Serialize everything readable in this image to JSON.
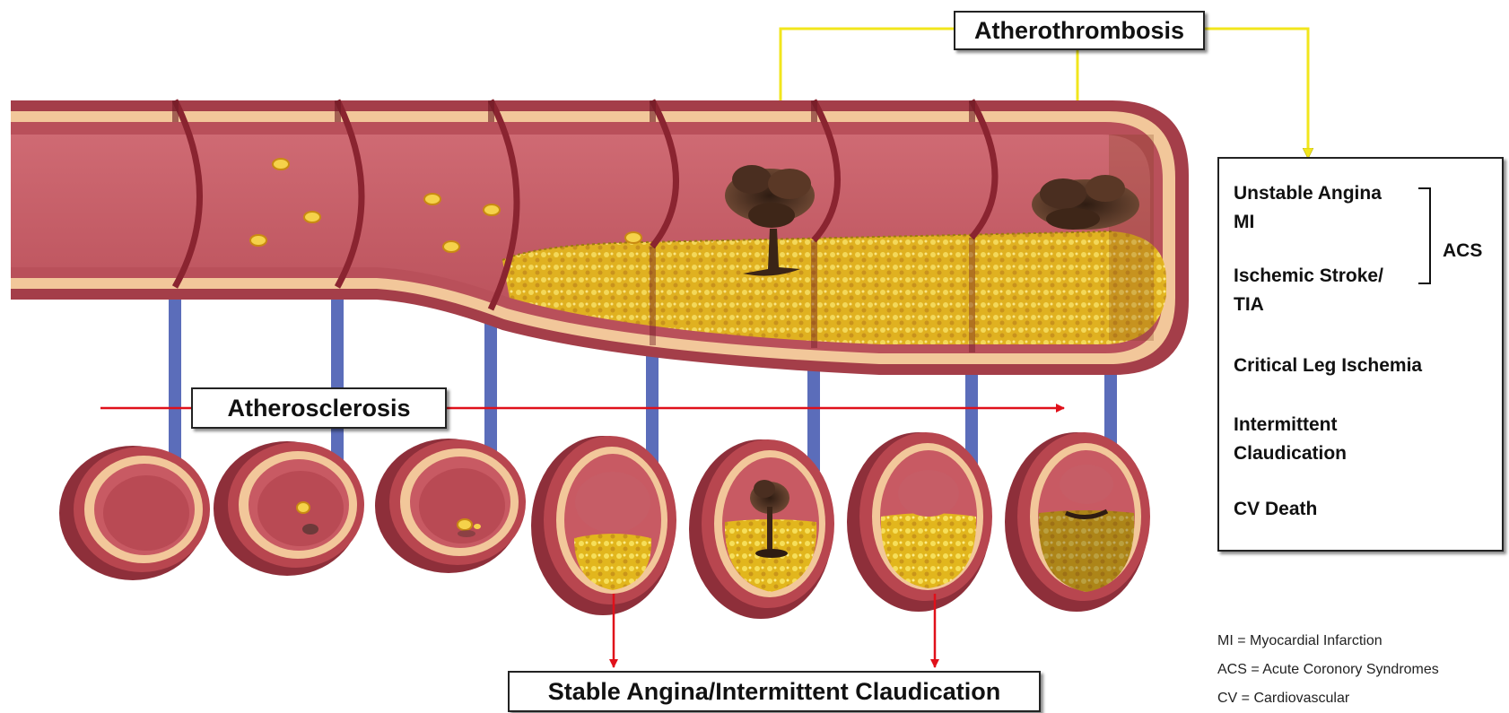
{
  "labels": {
    "atherothrombosis": "Atherothrombosis",
    "atherosclerosis": "Atherosclerosis",
    "stable": "Stable Angina/Intermittent Claudication"
  },
  "outcomes": {
    "unstable_angina": "Unstable Angina",
    "mi": "MI",
    "stroke": "Ischemic Stroke/",
    "tia": "TIA",
    "acs": "ACS",
    "leg": "Critical Leg Ischemia",
    "claudication_1": "Intermittent",
    "claudication_2": "Claudication",
    "cv_death": "CV Death"
  },
  "legend": {
    "mi": "MI = Myocardial Infarction",
    "acs": "ACS = Acute Coronory Syndromes",
    "cv": "CV = Cardiovascular"
  },
  "colors": {
    "vessel_wall": "#b34a55",
    "vessel_inner": "#c9646d",
    "intima": "#f2c79a",
    "plaque": "#e3bd1f",
    "thrombus": "#4a2e20",
    "connector": "#5b6dba",
    "arrow_red": "#e0101a",
    "arrow_yellow": "#f2e61c"
  },
  "cross_sections": [
    {
      "stage": "normal",
      "cells": 0
    },
    {
      "stage": "early",
      "cells": 1
    },
    {
      "stage": "fatty-streak",
      "cells": 2
    },
    {
      "stage": "fibrous-plaque",
      "cells": 0
    },
    {
      "stage": "rupture-thrombus",
      "cells": 0
    },
    {
      "stage": "advanced-plaque",
      "cells": 0
    },
    {
      "stage": "occlusive-thrombus",
      "cells": 0
    }
  ]
}
